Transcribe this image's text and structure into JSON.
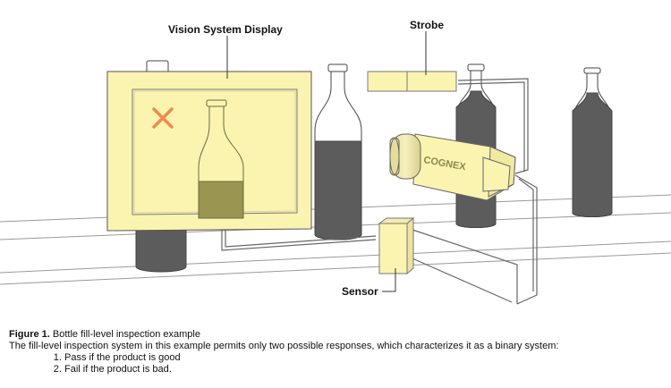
{
  "labels": {
    "vision_display": "Vision System Display",
    "strobe": "Strobe",
    "sensor": "Sensor",
    "camera_brand": "COGNEX"
  },
  "display": {
    "result_icon": "fail-x-icon",
    "result_color": "#f08a4b",
    "fill_color": "#9a9550"
  },
  "caption": {
    "figure_label": "Figure 1.",
    "figure_title": "Bottle fill-level inspection example",
    "description": "The fill-level inspection system in this example permits only two possible responses, which characterizes it as a binary system:",
    "responses": [
      "Pass if the product is good",
      "Fail if the product is bad."
    ]
  },
  "colors": {
    "device_fill": "#faf4b0",
    "bottle_fill": "#5c5c5c",
    "line": "#555555"
  }
}
